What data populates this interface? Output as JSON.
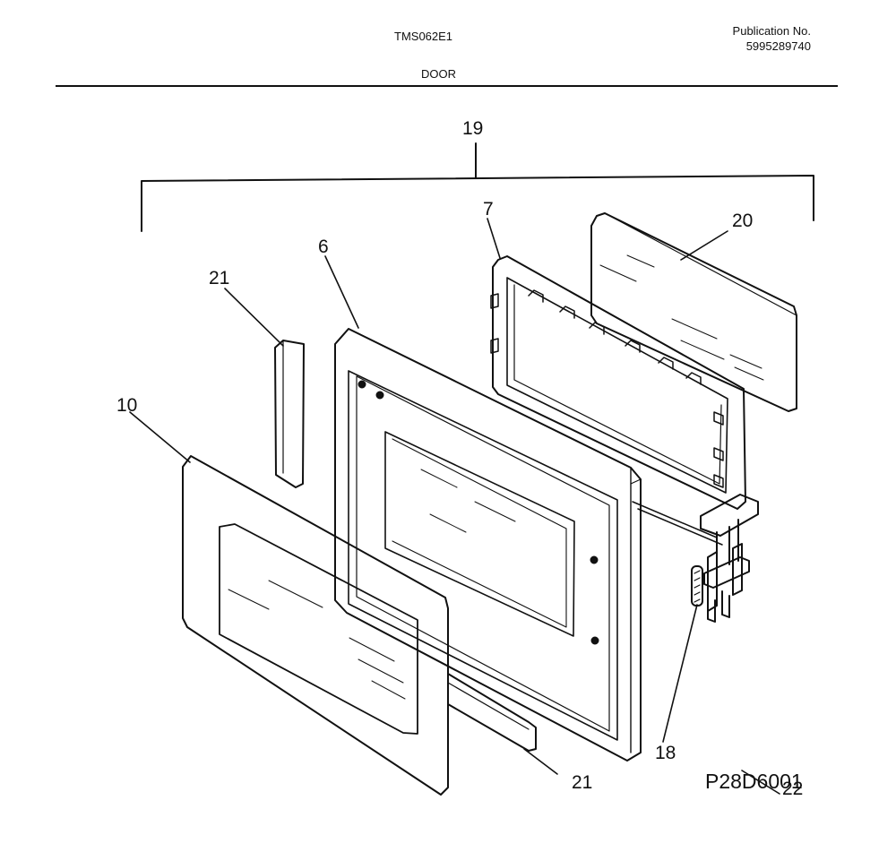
{
  "header": {
    "model": "TMS062E1",
    "publication_label": "Publication No.",
    "publication_number": "5995289740",
    "section": "DOOR"
  },
  "callouts": {
    "assembly": "19",
    "choke_frame": "7",
    "door_frame": "6",
    "outer_panel": "10",
    "inner_glass": "20",
    "trim_top": "21",
    "trim_bottom": "21",
    "latch": "22",
    "spring": "18"
  },
  "figure_code": "P28D6001"
}
